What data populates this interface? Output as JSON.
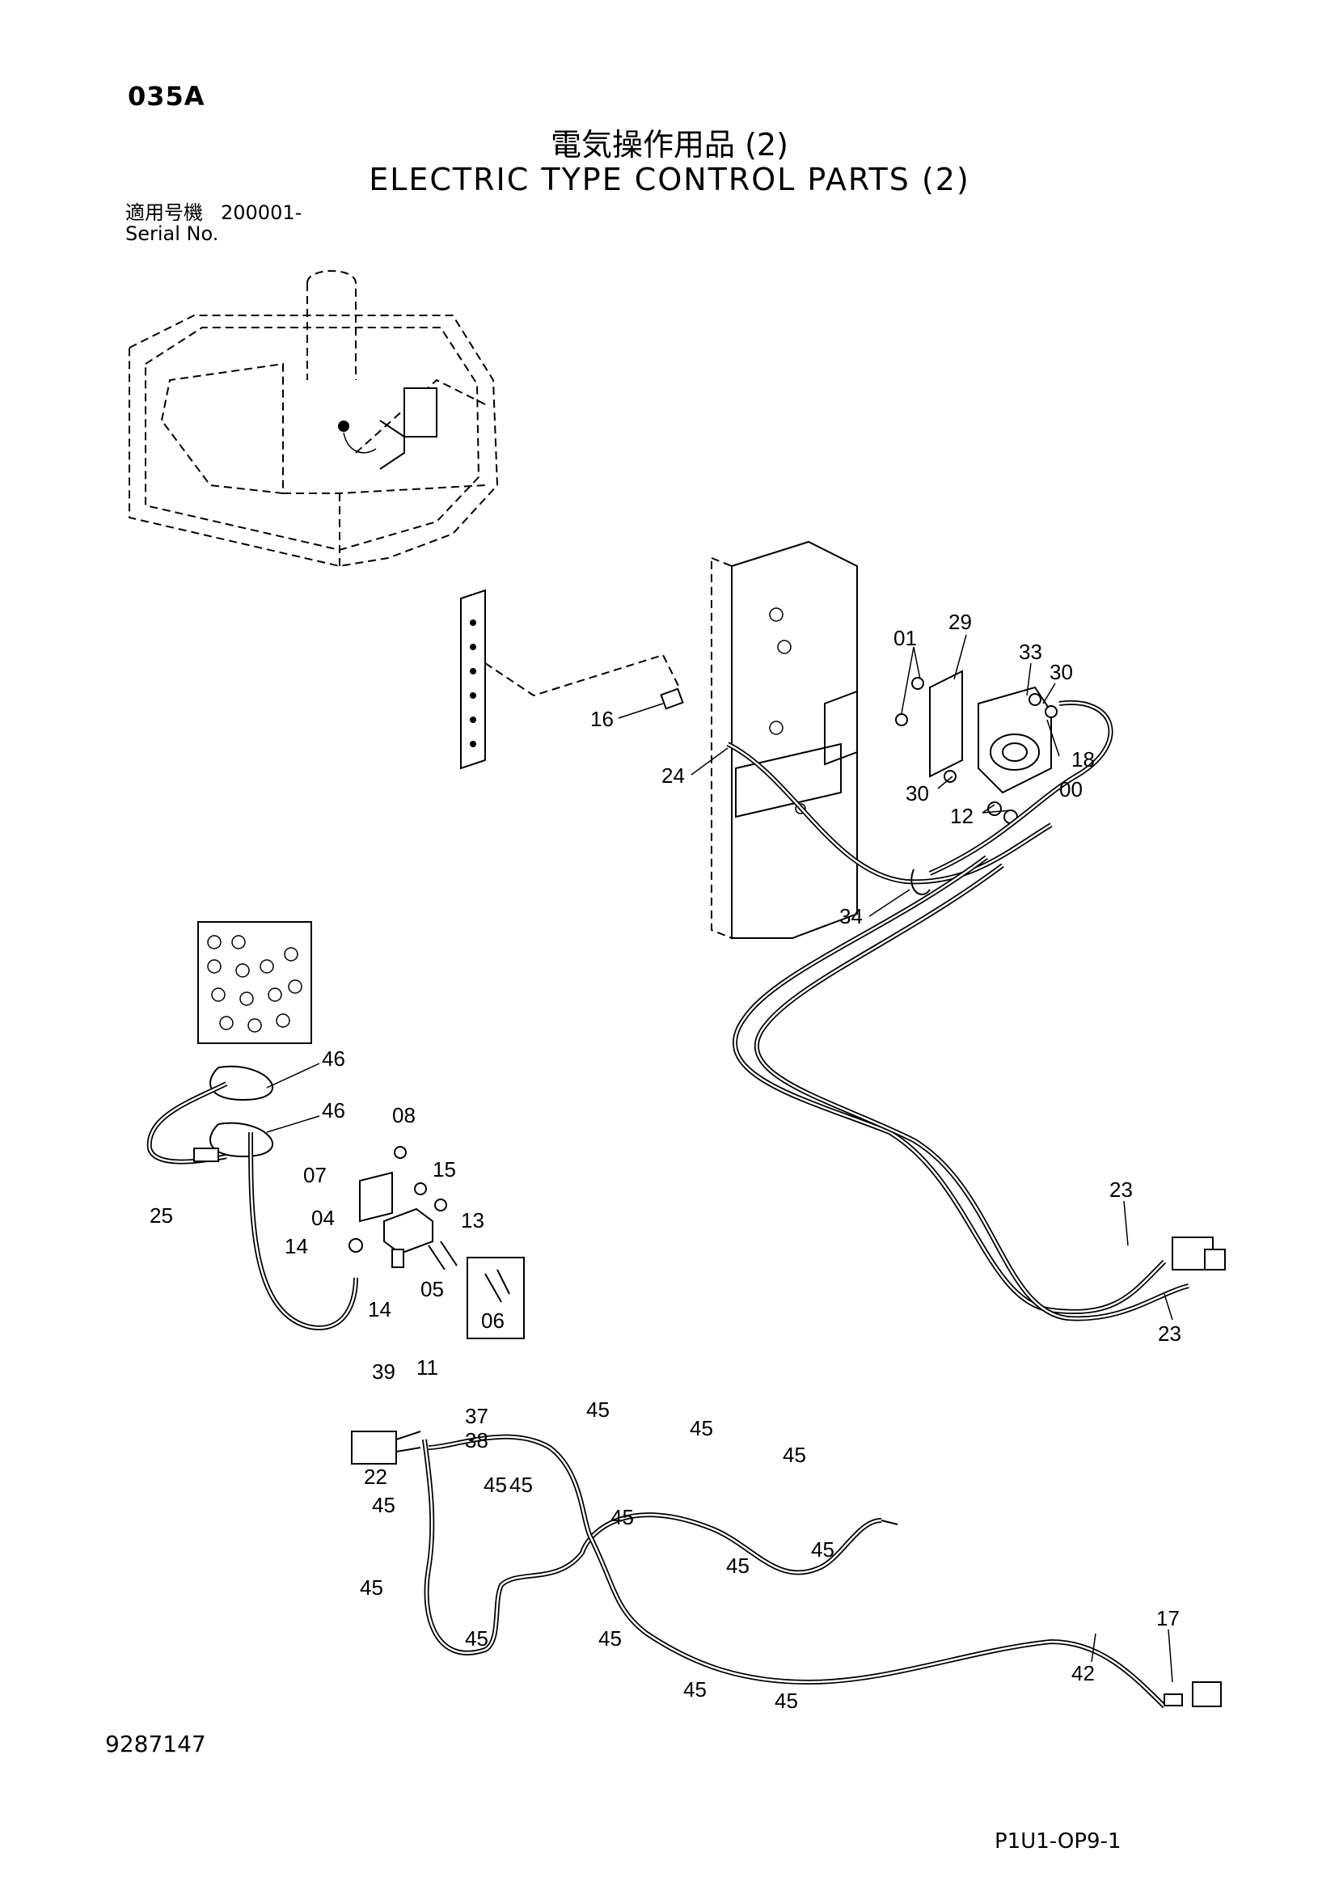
{
  "header": {
    "page_code": "035A",
    "title_jp": "電気操作用品 (2)",
    "title_en": "ELECTRIC TYPE CONTROL PARTS (2)",
    "serial_label_jp": "適用号機",
    "serial_value": "200001-",
    "serial_label_en": "Serial No."
  },
  "footer": {
    "doc_number": "9287147",
    "sheet_code": "P1U1-OP9-1"
  },
  "callouts": {
    "c01": "01",
    "c29": "29",
    "c33": "33",
    "c30a": "30",
    "c18": "18",
    "c00": "00",
    "c30b": "30",
    "c12": "12",
    "c16": "16",
    "c24": "24",
    "c34": "34",
    "c46a": "46",
    "c46b": "46",
    "c25": "25",
    "c08": "08",
    "c07": "07",
    "c15": "15",
    "c04": "04",
    "c13": "13",
    "c14a": "14",
    "c14b": "14",
    "c05": "05",
    "c06": "06",
    "c23a": "23",
    "c23b": "23",
    "c39": "39",
    "c11": "11",
    "c37": "37",
    "c38": "38",
    "c22": "22",
    "c45a": "45",
    "c45b": "45",
    "c45c": "45",
    "c45d": "45",
    "c45e": "45",
    "c45f": "45",
    "c45g": "45",
    "c45h": "45",
    "c45i": "45",
    "c45j": "45",
    "c45k": "45",
    "c45l": "45",
    "c45m": "45",
    "c45n": "45",
    "c42": "42",
    "c17": "17"
  }
}
